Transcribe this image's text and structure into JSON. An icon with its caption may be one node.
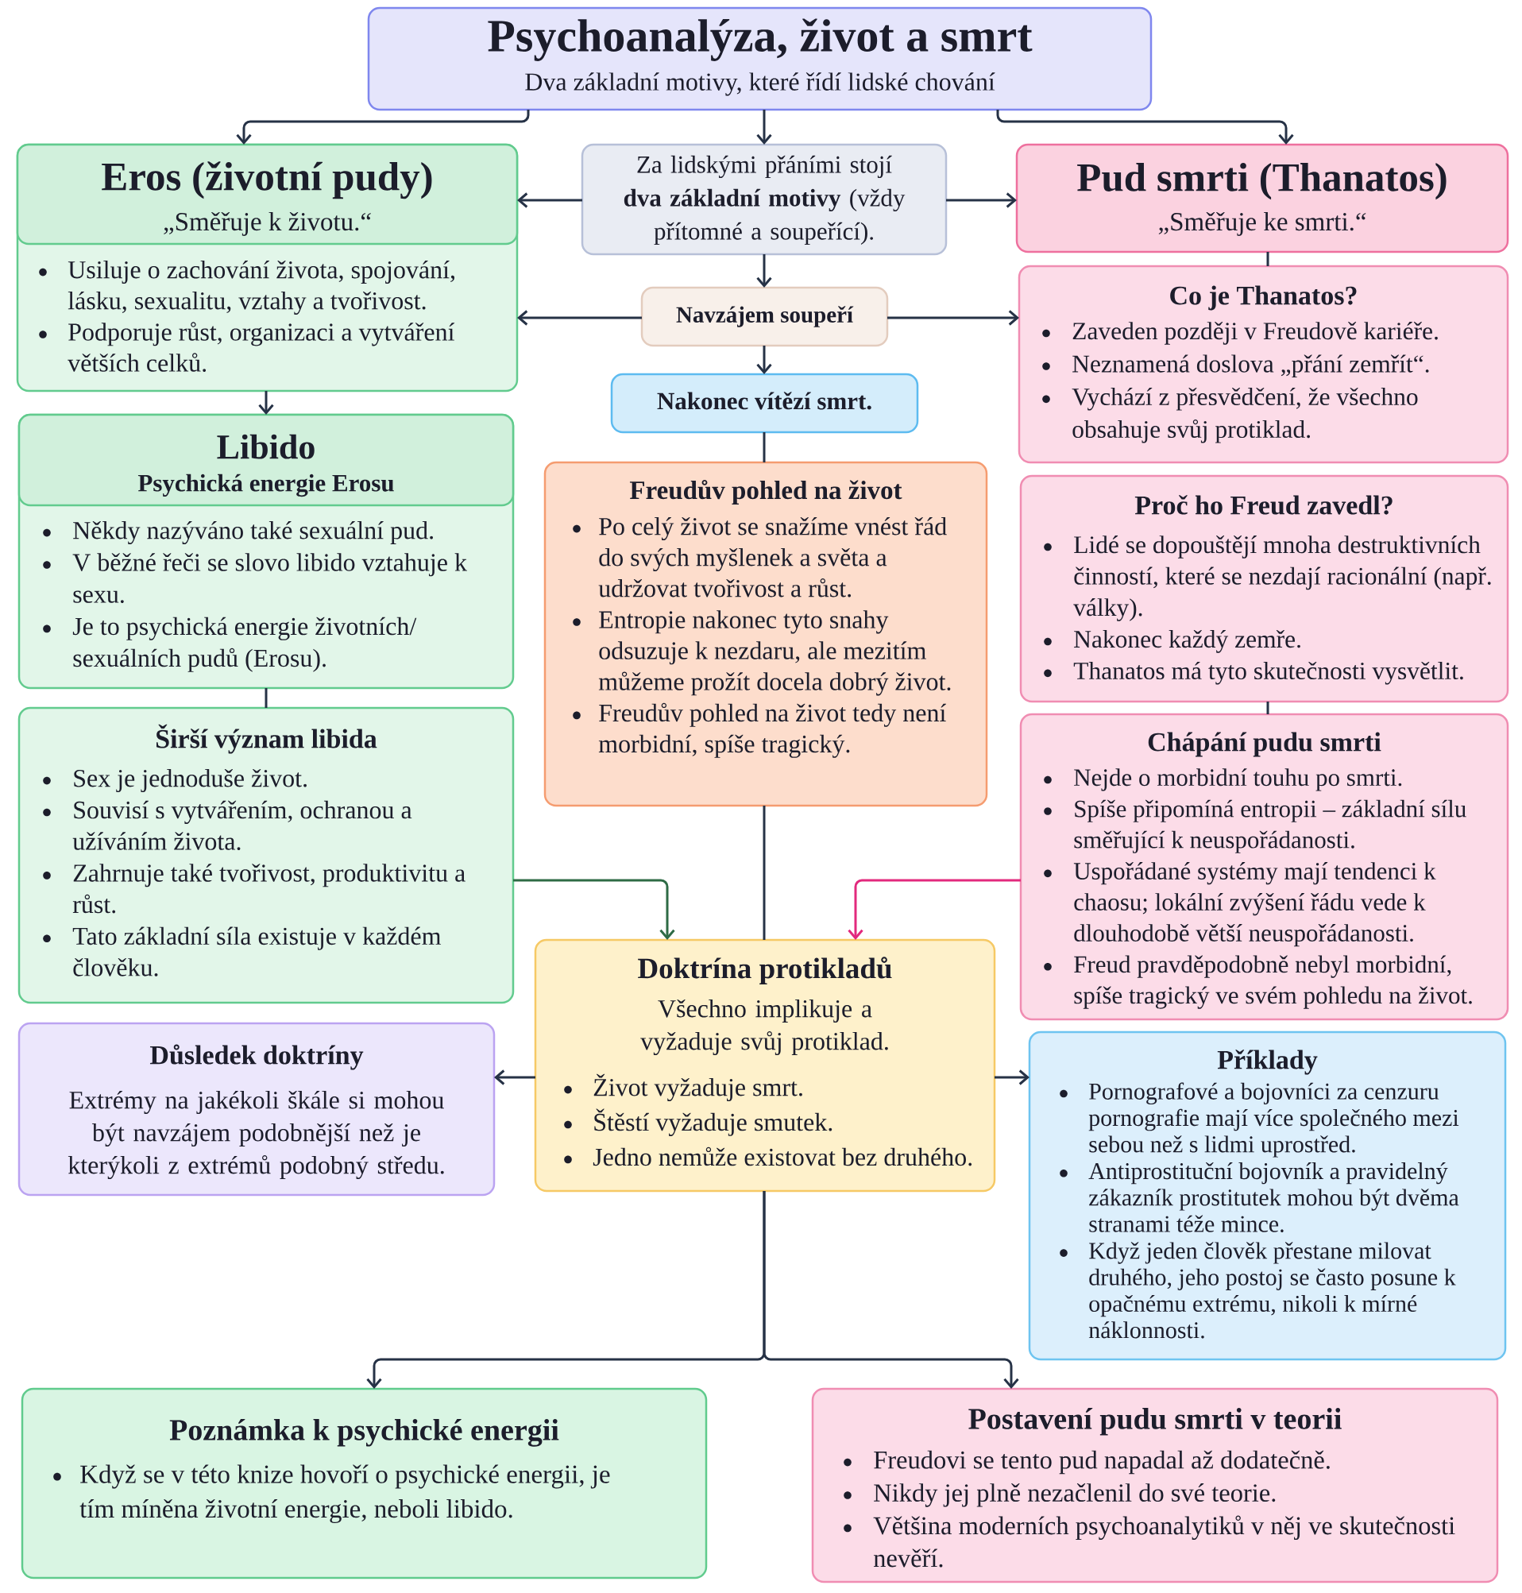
{
  "diagram": {
    "nodes": [
      {
        "text": [
          "Psychoanalýza, život a smrt",
          "Dva základní motivy, které řídí lidské chování"
        ]
      },
      {
        "text": [
          "Eros (životní pudy)",
          "„Směřuje k životu.“",
          "Usiluje o zachování života, spojování, lásku, sexualitu, vztahy a tvořivost.",
          "Podporuje růst, organizaci a vytváření větších celků."
        ]
      },
      {
        "text": [
          "Za lidskými přáními stojí **dva základní motivy** (vždy přítomné a soupeřící)."
        ]
      },
      {
        "text": [
          "Pud smrti (Thanatos)",
          "„Směřuje ke smrti.“"
        ]
      },
      {
        "text": [
          "Navzájem soupeří"
        ]
      },
      {
        "text": [
          "Co je Thanatos?",
          "Zaveden později v Freudově kariéře.",
          "Neznamená doslova „přání zemřít“.",
          "Vychází z přesvědčení, že všechno obsahuje svůj protiklad."
        ]
      },
      {
        "text": [
          "Nakonec vítězí smrt."
        ]
      },
      {
        "text": [
          "Libido",
          "Psychická energie Erosu",
          "Někdy nazýváno také sexuální pud.",
          "V běžné řeči se slovo libido vztahuje k sexu.",
          "Je to psychická energie životních/ sexuálních pudů (Erosu)."
        ]
      },
      {
        "text": [
          "Freudův pohled na život",
          "Po celý život se snažíme vnést řád do svých myšlenek a světa a udržovat tvořivost a růst.",
          "Entropie nakonec tyto snahy odsuzuje k nezdaru, ale mezitím můžeme prožít docela dobrý život.",
          "Freudův pohled na život tedy není morbidní, spíše tragický."
        ]
      },
      {
        "text": [
          "Proč ho Freud zavedl?",
          "Lidé se dopouštějí mnoha destruktivních činností, které se nezdají racionální (např. války).",
          "Nakonec každý zemře.",
          "Thanatos má tyto skutečnosti vysvětlit."
        ]
      },
      {
        "text": [
          "Širší význam libida",
          "Sex je jednoduše život.",
          "Souvisí s vytvářením, ochranou a užíváním života.",
          "Zahrnuje také tvořivost, produktivitu a růst.",
          "Tato základní síla existuje v každém člověku."
        ]
      },
      {
        "text": [
          "Chápání pudu smrti",
          "Nejde o morbidní touhu po smrti.",
          "Spíše připomíná entropii – základní sílu směřující k neuspořádanosti.",
          "Uspořádané systémy mají tendenci k chaosu; lokální zvýšení řádu vede k dlouhodobě větší neuspořádanosti.",
          "Freud pravděpodobně nebyl morbidní, spíše tragický ve svém pohledu na život."
        ]
      },
      {
        "text": [
          "Doktrína protikladů",
          "Všechno implikuje a vyžaduje svůj protiklad.",
          "Život vyžaduje smrt.",
          "Štěstí vyžaduje smutek.",
          "Jedno nemůže existovat bez druhého."
        ]
      },
      {
        "text": [
          "Důsledek doktríny",
          "Extrémy na jakékoli škále si mohou být navzájem podobnější než je kterýkoli z extrémů podobný středu."
        ]
      },
      {
        "text": [
          "Příklady",
          "Pornografové a bojovníci za cenzuru pornografie mají více společného mezi sebou než s lidmi uprostřed.",
          "Antiprostituční bojovník a pravidelný zákazník prostitutek mohou být dvěma stranami téže mince.",
          "Když jeden člověk přestane milovat druhého, jeho postoj se často posune k opačnému extrému, nikoli k mírné náklonnosti."
        ]
      },
      {
        "text": [
          "Poznámka k psychické energii",
          "Když se v této knize hovoří o psychické energii, je tím míněna životní energie, neboli libido."
        ]
      },
      {
        "text": [
          "Postavení pudu smrti v teorii",
          "Freudovi se tento pud napadal až dodatečně.",
          "Nikdy jej plně nezačlenil do své teorie.",
          "Většina moderních psychoanalytiků v něj ve skutečnosti nevěří."
        ]
      }
    ],
    "edges": [
      {
        "from": 0,
        "to": 1,
        "arrow": "to"
      },
      {
        "from": 0,
        "to": 2,
        "arrow": "to"
      },
      {
        "from": 0,
        "to": 3,
        "arrow": "to"
      },
      {
        "from": 2,
        "to": 1,
        "arrow": "to"
      },
      {
        "from": 2,
        "to": 3,
        "arrow": "to"
      },
      {
        "from": 2,
        "to": 4,
        "arrow": "to"
      },
      {
        "from": 4,
        "to": 1,
        "arrow": "to"
      },
      {
        "from": 4,
        "to": 5,
        "arrow": "to"
      },
      {
        "from": 4,
        "to": 6,
        "arrow": "to"
      },
      {
        "from": 6,
        "to": 8,
        "arrow": "none"
      },
      {
        "from": 8,
        "to": 12,
        "arrow": "none"
      },
      {
        "from": 1,
        "to": 7,
        "arrow": "to"
      },
      {
        "from": 7,
        "to": 10,
        "arrow": "none"
      },
      {
        "from": 3,
        "to": 5,
        "arrow": "none"
      },
      {
        "from": 9,
        "to": 11,
        "arrow": "none"
      },
      {
        "from": 10,
        "to": 12,
        "arrow": "to",
        "color": "#2e6b45"
      },
      {
        "from": 11,
        "to": 12,
        "arrow": "to",
        "color": "#e2297d"
      },
      {
        "from": 12,
        "to": 13,
        "arrow": "to"
      },
      {
        "from": 12,
        "to": 14,
        "arrow": "to"
      },
      {
        "from": 12,
        "to": 15,
        "arrow": "to"
      },
      {
        "from": 12,
        "to": 16,
        "arrow": "to"
      }
    ]
  }
}
